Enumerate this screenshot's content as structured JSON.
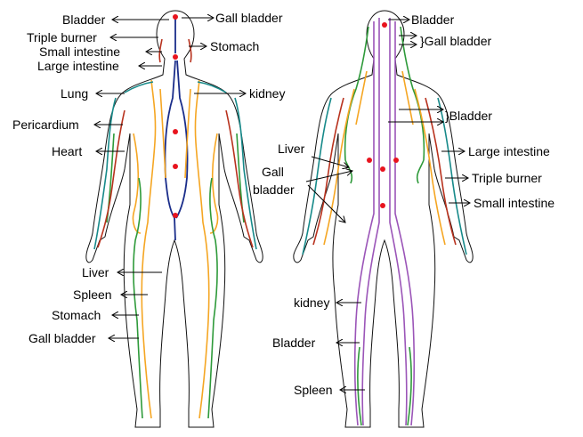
{
  "front": {
    "labels": {
      "bladder": "Bladder",
      "gall_bladder_top": "Gall bladder",
      "triple_burner": "Triple burner",
      "stomach_top": "Stomach",
      "small_intestine": "Small intestine",
      "large_intestine": "Large intestine",
      "lung": "Lung",
      "kidney": "kidney",
      "pericardium": "Pericardium",
      "heart": "Heart",
      "liver": "Liver",
      "spleen": "Spleen",
      "stomach_low": "Stomach",
      "gall_bladder_low": "Gall bladder"
    }
  },
  "back": {
    "labels": {
      "bladder_top": "Bladder",
      "gall_bladder": "}Gall bladder",
      "bladder_mid": "}Bladder",
      "liver": "Liver",
      "gall_line1": "Gall",
      "gall_line2": "bladder",
      "large_intestine": "Large intestine",
      "triple_burner": "Triple burner",
      "small_intestine": "Small intestine",
      "kidney": "kidney",
      "bladder_low": "Bladder",
      "spleen": "Spleen"
    }
  },
  "colors": {
    "outline": "#111111",
    "orange_meridian": "#f5a623",
    "green_meridian": "#2e9a3a",
    "teal_meridian": "#178a8a",
    "red_meridian": "#b8321e",
    "navy_meridian": "#1a2d8a",
    "purple_meridian": "#9b55b8",
    "acupoint": "#e8141e"
  }
}
